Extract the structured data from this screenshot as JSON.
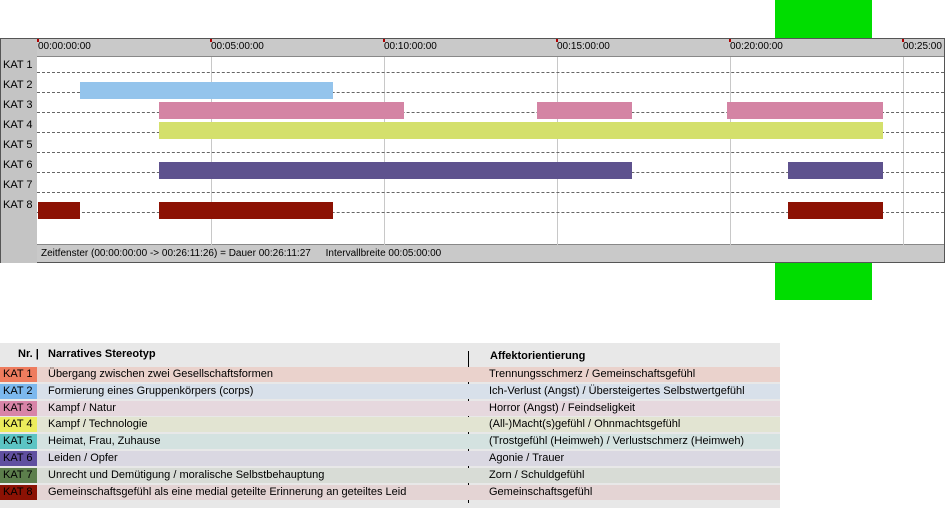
{
  "timeline": {
    "tick_labels": [
      "00:00:00:00",
      "00:05:00:00",
      "00:10:00:00",
      "00:15:00:00",
      "00:20:00:00",
      "00:25:00"
    ],
    "rows": [
      {
        "label": "KAT 1",
        "color": "#ffffff",
        "segments": []
      },
      {
        "label": "KAT 2",
        "color": "#94c4ec",
        "segments": [
          [
            "00:01:12",
            "00:08:32"
          ]
        ]
      },
      {
        "label": "KAT 3",
        "color": "#d484a4",
        "segments": [
          [
            "00:03:30",
            "00:10:35"
          ],
          [
            "00:14:25",
            "00:17:10"
          ],
          [
            "00:19:55",
            "00:24:25"
          ]
        ]
      },
      {
        "label": "KAT 4",
        "color": "#d4e06c",
        "segments": [
          [
            "00:03:30",
            "00:24:25"
          ]
        ]
      },
      {
        "label": "KAT 5",
        "color": "#ffffff",
        "segments": []
      },
      {
        "label": "KAT 6",
        "color": "#5e528e",
        "segments": [
          [
            "00:03:30",
            "00:17:10"
          ],
          [
            "00:21:40",
            "00:24:25"
          ]
        ]
      },
      {
        "label": "KAT 7",
        "color": "#ffffff",
        "segments": []
      },
      {
        "label": "KAT 8",
        "color": "#8c1204",
        "segments": [
          [
            "00:00:00",
            "00:01:12"
          ],
          [
            "00:03:30",
            "00:08:32"
          ],
          [
            "00:21:40",
            "00:24:25"
          ]
        ]
      }
    ],
    "status": {
      "zeitfenster": "Zeitfenster (00:00:00:00 -> 00:26:11:26) = Dauer 00:26:11:27",
      "intervall": "Intervallbreite 00:05:00:00"
    }
  },
  "legend": {
    "header_nr": "Nr. |",
    "header_stereotyp": "Narratives Stereotyp",
    "header_affekt": "Affektorientierung",
    "rows": [
      {
        "kat": "KAT 1",
        "kat_color": "#ee7c5e",
        "row_color": "#ead2cc",
        "stereotyp": "Übergang zwischen zwei Gesellschaftsformen",
        "affekt": "Trennungsschmerz / Gemeinschaftsgefühl"
      },
      {
        "kat": "KAT 2",
        "kat_color": "#7cb8ee",
        "row_color": "#d8e0ea",
        "stereotyp": "Formierung eines Gruppenkörpers (corps)",
        "affekt": "Ich-Verlust (Angst) / Übersteigertes Selbstwertgefühl"
      },
      {
        "kat": "KAT 3",
        "kat_color": "#d884a8",
        "row_color": "#e6d8de",
        "stereotyp": "Kampf / Natur",
        "affekt": "Horror (Angst) / Feindseligkeit"
      },
      {
        "kat": "KAT 4",
        "kat_color": "#ecec5c",
        "row_color": "#e2e4d2",
        "stereotyp": "Kampf / Technologie",
        "affekt": "(All-)Macht(s)gefühl / Ohnmachtsgefühl"
      },
      {
        "kat": "KAT 5",
        "kat_color": "#5cc4c4",
        "row_color": "#d4e2e0",
        "stereotyp": "Heimat, Frau, Zuhause",
        "affekt": "(Trostgefühl (Heimweh) / Verlustschmerz (Heimweh)"
      },
      {
        "kat": "KAT 6",
        "kat_color": "#6050a0",
        "row_color": "#dad8e2",
        "stereotyp": "Leiden / Opfer",
        "affekt": "Agonie / Trauer"
      },
      {
        "kat": "KAT 7",
        "kat_color": "#5c7e4c",
        "row_color": "#d8dcd6",
        "stereotyp": "Unrecht und Demütigung / moralische Selbstbehauptung",
        "affekt": "Zorn / Schuldgefühl"
      },
      {
        "kat": "KAT 8",
        "kat_color": "#8c1204",
        "row_color": "#e4d4d4",
        "stereotyp": "Gemeinschaftsgefühl als eine medial geteilte Erinnerung an geteiltes Leid",
        "affekt": "Gemeinschaftsgefühl"
      }
    ]
  }
}
